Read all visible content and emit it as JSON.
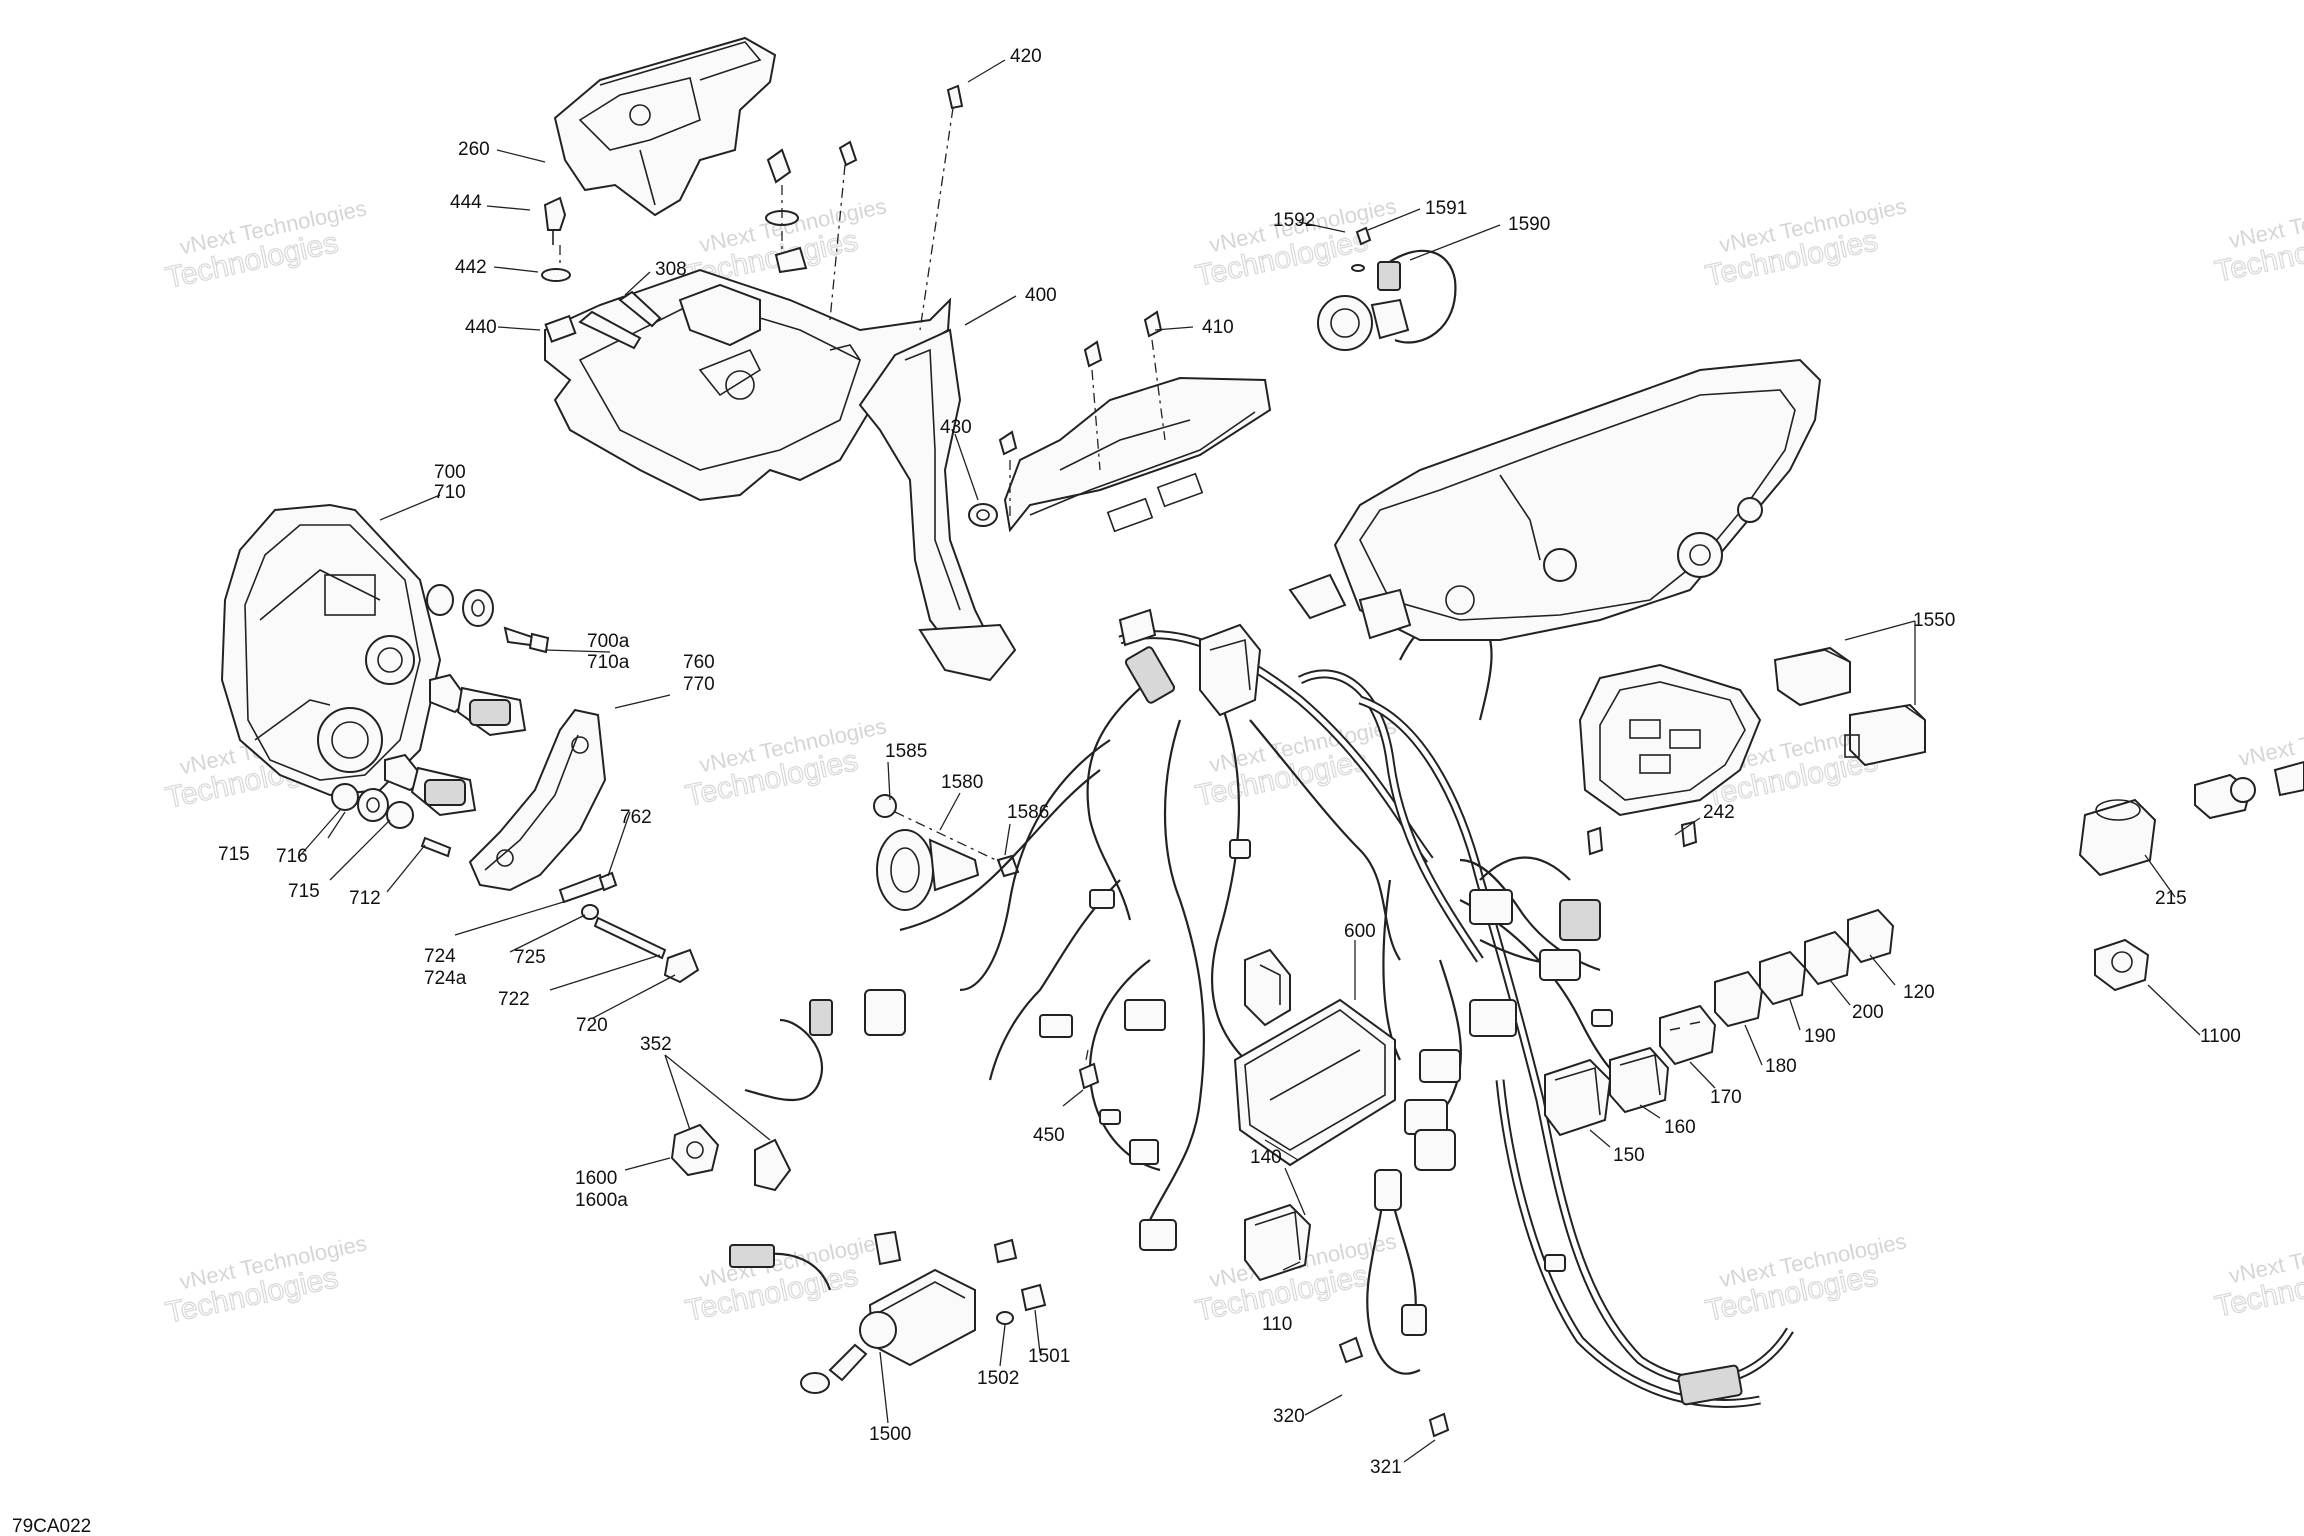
{
  "drawing_code": "79CA022",
  "watermark": {
    "line1": "vNext Technologies",
    "line2": "Technologies"
  },
  "callouts": {
    "c420": "420",
    "c260": "260",
    "c444": "444",
    "c442": "442",
    "c308": "308",
    "c440": "440",
    "c400": "400",
    "c410": "410",
    "c430": "430",
    "c1592": "1592",
    "c1591": "1591",
    "c1590": "1590",
    "c1550": "1550",
    "c700": "700",
    "c710": "710",
    "c700a": "700a",
    "c710a": "710a",
    "c760": "760",
    "c770": "770",
    "c762": "762",
    "c715a": "715",
    "c716": "716",
    "c715b": "715",
    "c712": "712",
    "c724": "724",
    "c724a": "724a",
    "c725": "725",
    "c722": "722",
    "c720": "720",
    "c1585": "1585",
    "c1580": "1580",
    "c1586": "1586",
    "c242": "242",
    "c215": "215",
    "c1100": "1100",
    "c600": "600",
    "c120": "120",
    "c200": "200",
    "c190": "190",
    "c180": "180",
    "c170": "170",
    "c160": "160",
    "c150": "150",
    "c352": "352",
    "c1600": "1600",
    "c1600a": "1600a",
    "c450": "450",
    "c140": "140",
    "c110": "110",
    "c320": "320",
    "c321": "321",
    "c1500": "1500",
    "c1501": "1501",
    "c1502": "1502"
  }
}
